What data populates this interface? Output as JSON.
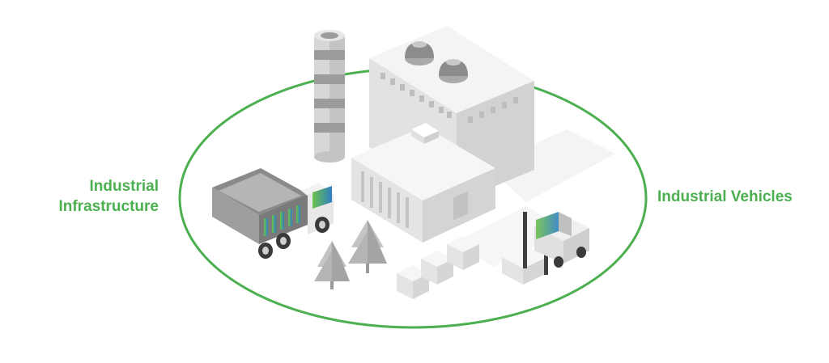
{
  "labels": {
    "left": [
      "Industrial",
      "Infrastructure"
    ],
    "right": "Industrial Vehicles"
  },
  "colors": {
    "ring": "#4caf50",
    "label": "#4caf50",
    "gradient_start": "#6cc24a",
    "gradient_end": "#2f7fc1"
  }
}
